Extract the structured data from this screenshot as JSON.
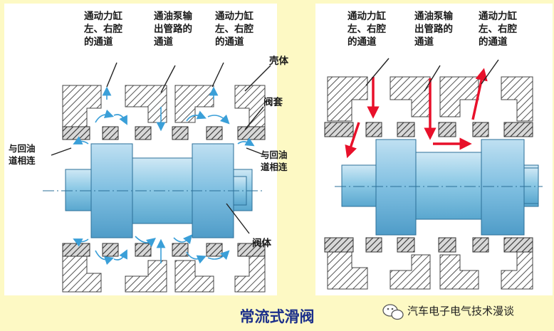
{
  "left": {
    "label_actuator_left": [
      "通动力缸",
      "左、右腔",
      "的通道"
    ],
    "label_pump": [
      "通油泵输",
      "出管路的",
      "通道"
    ],
    "label_actuator_right": [
      "通动力缸",
      "左、右腔",
      "的通道"
    ],
    "label_shell": "壳体",
    "label_sleeve": "阀套",
    "label_return_left": [
      "与回油",
      "道相连"
    ],
    "label_return_right": [
      "与回油",
      "道相连"
    ],
    "label_valve_body": "阀体"
  },
  "right": {
    "label_actuator_left": [
      "通动力缸",
      "左、右腔",
      "的通道"
    ],
    "label_pump": [
      "通油泵输",
      "出管路的",
      "通道"
    ],
    "label_actuator_right": [
      "通动力缸",
      "左、右腔",
      "的通道"
    ]
  },
  "footer": {
    "title": "常流式滑阀",
    "watermark": "汽车电子电气技术漫谈"
  },
  "colors": {
    "background": "#fdf9c4",
    "panel": "#ffffff",
    "spool": "#8ecae6",
    "flow_arrow": "#3a9fd8",
    "red_arrow": "#e8102a",
    "title": "#1b2f8a"
  },
  "icons": {
    "watermark": "wechat-icon"
  }
}
